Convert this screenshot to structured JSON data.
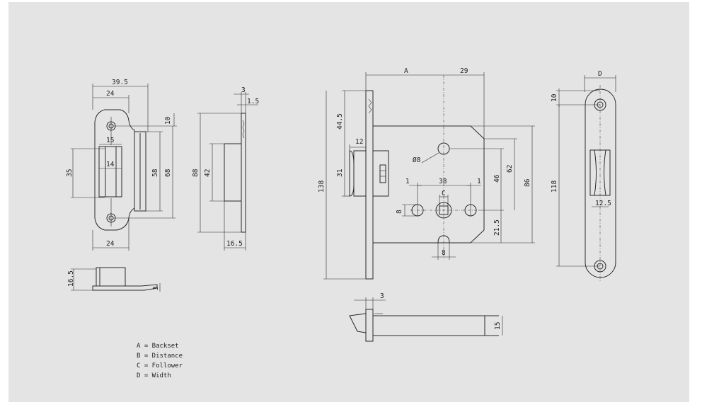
{
  "strike": {
    "dims": {
      "width_total": "39.5",
      "width_top": "24",
      "slot_height": "35",
      "slot_width": "15",
      "inner_width": "14",
      "hole_offset": "10",
      "inner_height": "58",
      "overall_height": "68",
      "width_bottom": "24"
    }
  },
  "strike_side": {
    "dims": {
      "height": "16.5",
      "thickness": "3"
    }
  },
  "latch_side": {
    "dims": {
      "t1": "3",
      "t2": "1.5",
      "h_outer": "88",
      "h_inner": "42",
      "depth": "16.5"
    }
  },
  "lockbody": {
    "dims": {
      "backset": "A",
      "distance": "29",
      "top_offset": "44.5",
      "bolt_proj": "12",
      "height": "138",
      "bolt_height": "31",
      "hole_dia": "Ø8",
      "follower_spacing": "38",
      "gap_left": "1",
      "gap_right": "1",
      "follower": "C",
      "h46": "46",
      "h62": "62",
      "h86": "86",
      "h21_5": "21.5",
      "ph": "8",
      "slot_w": "8"
    }
  },
  "bolt_detail": {
    "dims": {
      "flange": "3",
      "width": "15"
    }
  },
  "faceplate": {
    "dims": {
      "width": "D",
      "hole_offset": "10",
      "length": "118",
      "slot": "12.5"
    }
  },
  "legend": {
    "items": [
      "A = Backset",
      "B = Distance",
      "C = Follower",
      "D = Width"
    ]
  }
}
